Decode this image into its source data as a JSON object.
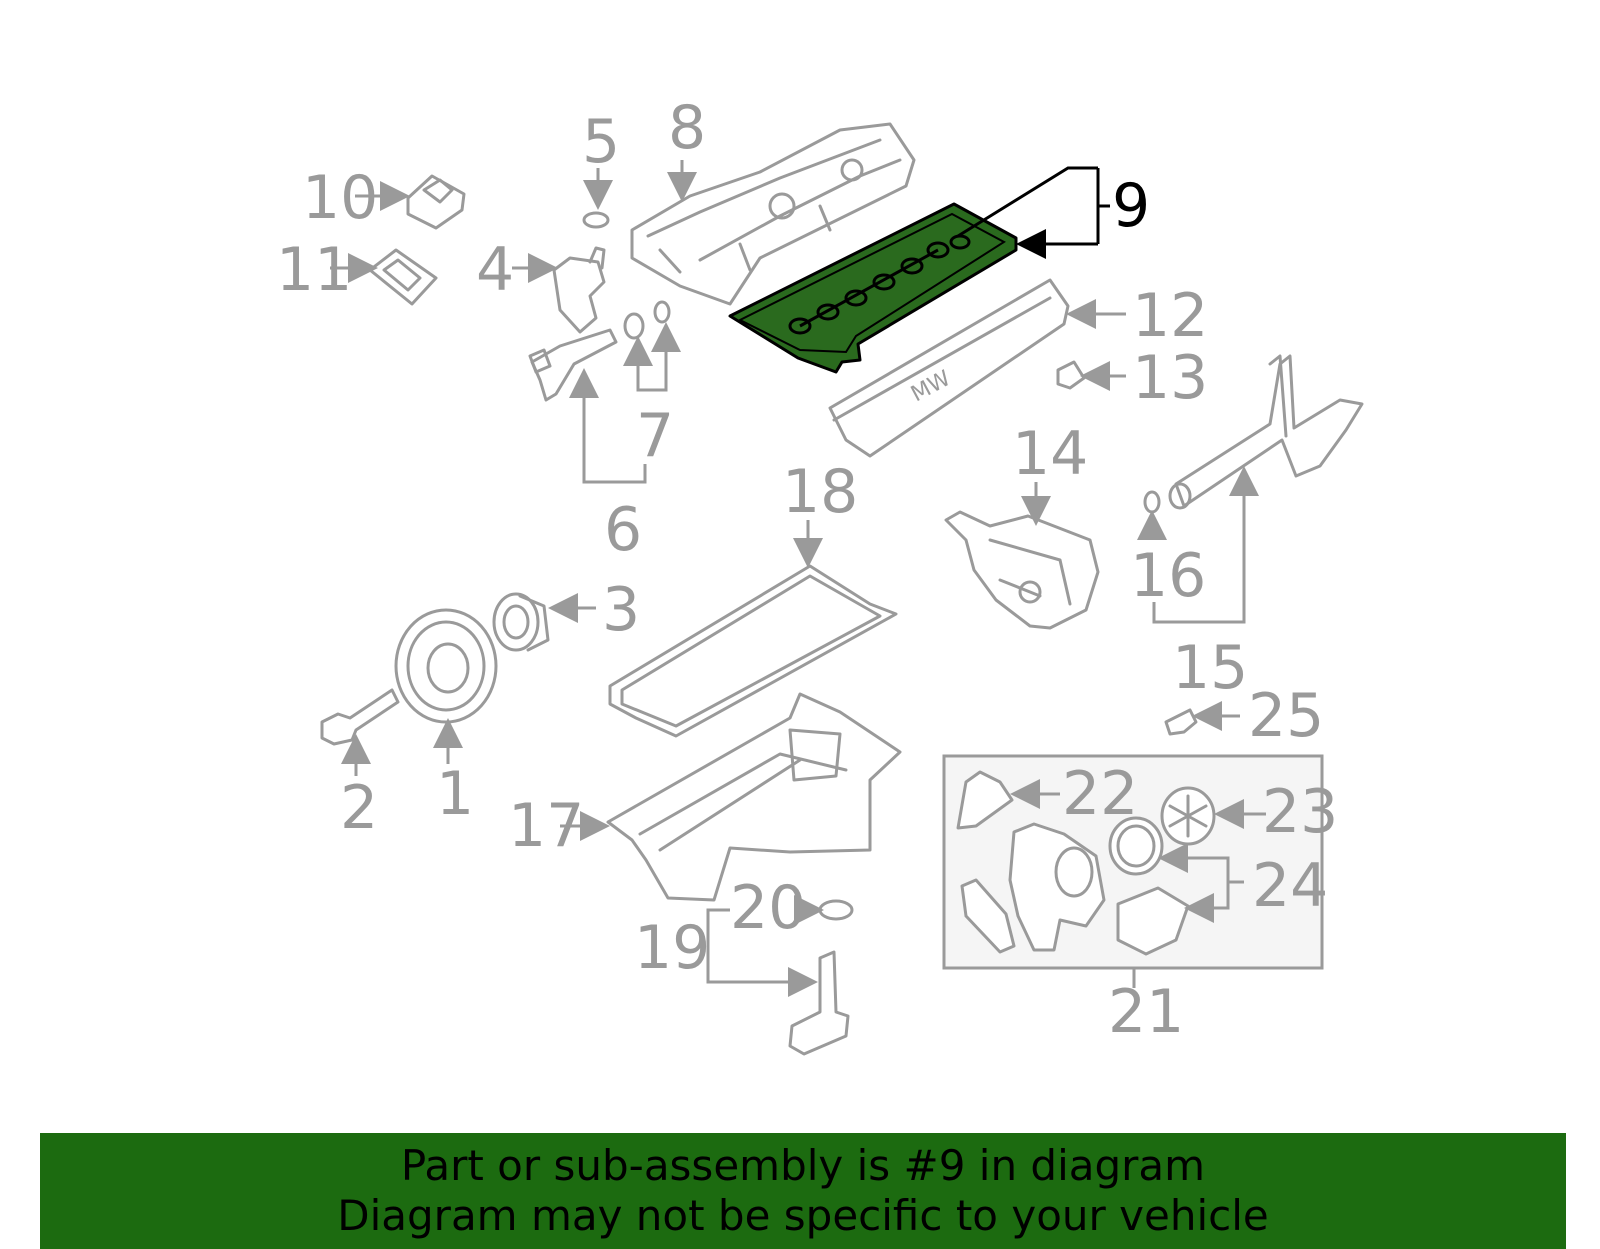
{
  "diagram": {
    "highlight_color": "#2a6a1e",
    "line_color": "#9a9a9a",
    "highlighted_part": "9",
    "callouts": [
      "1",
      "2",
      "3",
      "4",
      "5",
      "6",
      "7",
      "8",
      "9",
      "10",
      "11",
      "12",
      "13",
      "14",
      "15",
      "16",
      "17",
      "18",
      "19",
      "20",
      "21",
      "22",
      "23",
      "24",
      "25"
    ],
    "cover_logo_text": "MW"
  },
  "banner": {
    "background": "#1c6b10",
    "line1": "Part or sub-assembly is #9 in diagram",
    "line2": "Diagram may not be specific to your vehicle"
  }
}
